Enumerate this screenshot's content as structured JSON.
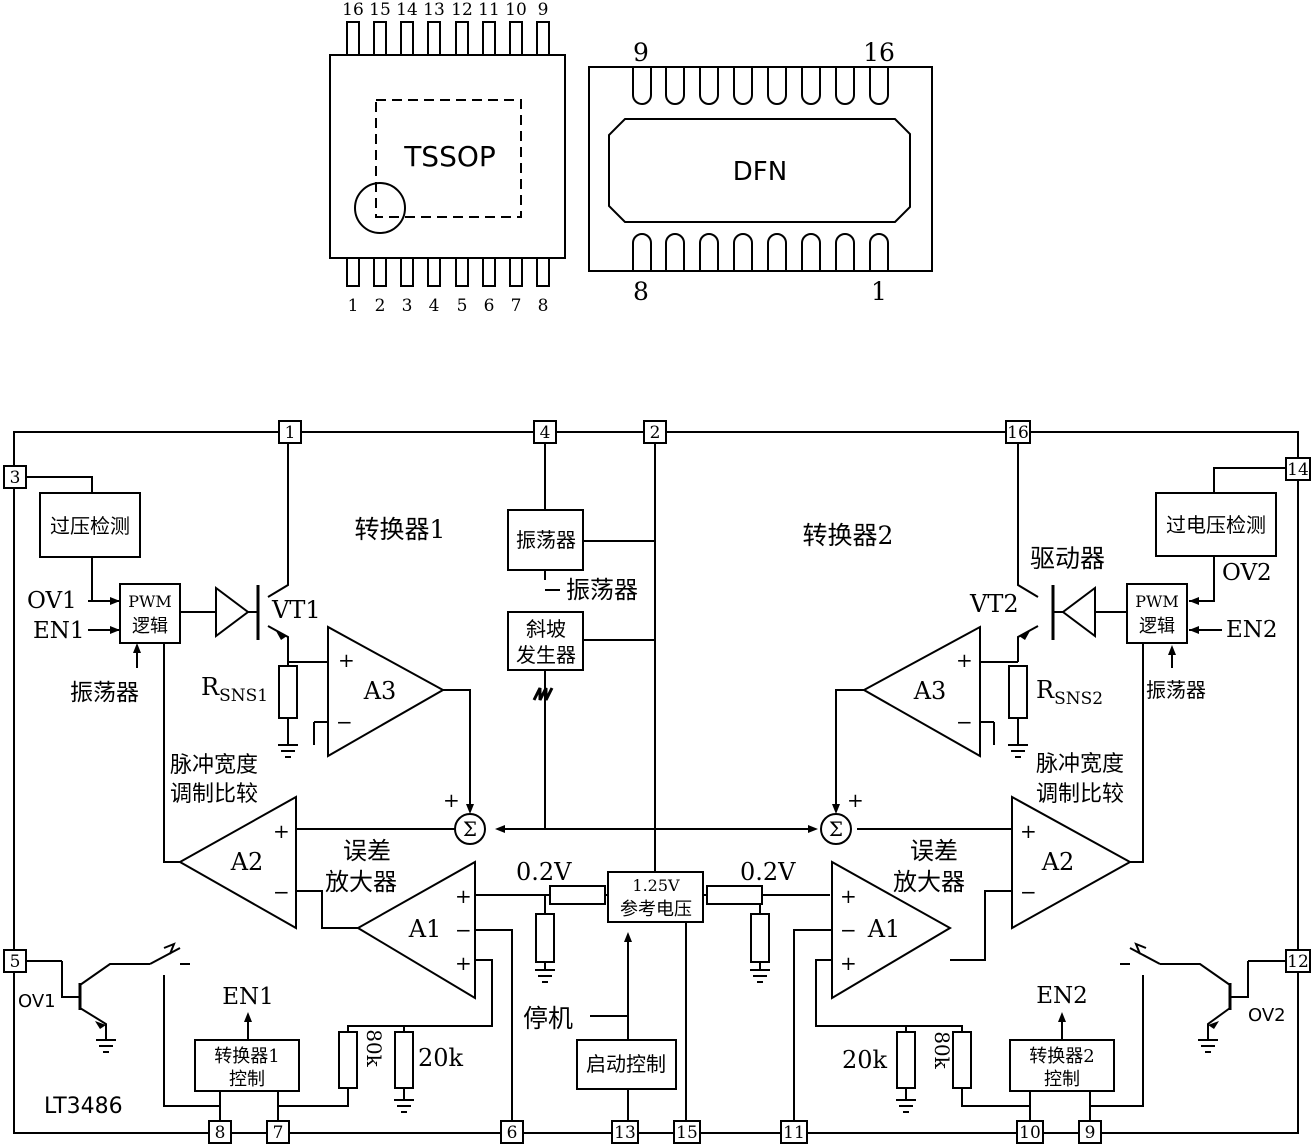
{
  "packages": {
    "tssop": {
      "label": "TSSOP",
      "top_pins": [
        "16",
        "15",
        "14",
        "13",
        "12",
        "11",
        "10",
        "9"
      ],
      "bottom_pins": [
        "1",
        "2",
        "3",
        "4",
        "5",
        "6",
        "7",
        "8"
      ]
    },
    "dfn": {
      "label": "DFN",
      "corner_tl": "9",
      "corner_tr": "16",
      "corner_bl": "8",
      "corner_br": "1"
    }
  },
  "circuit": {
    "chip_name": "LT3486",
    "pins": {
      "p1": "1",
      "p2": "2",
      "p3": "3",
      "p4": "4",
      "p5": "5",
      "p6": "6",
      "p7": "7",
      "p8": "8",
      "p9": "9",
      "p10": "10",
      "p11": "11",
      "p12": "12",
      "p13": "13",
      "p14": "14",
      "p15": "15",
      "p16": "16"
    },
    "left": {
      "converter_title": "转换器1",
      "ov_detect": "过压检测",
      "pwm_line1": "PWM",
      "pwm_line2": "逻辑",
      "ov_in": "OV1",
      "en_in": "EN1",
      "osc_in": "振荡器",
      "transistor": "VT1",
      "rsns_main": "R",
      "rsns_sub": "SNS1",
      "amp_a3": "A3",
      "amp_a2": "A2",
      "amp_a1": "A1",
      "pwm_compare_line1": "脉冲宽度",
      "pwm_compare_line2": "调制比较",
      "error_amp_line1": "误差",
      "error_amp_line2": "放大器",
      "v02": "0.2V",
      "ov_transistor": "OV1",
      "en_out": "EN1",
      "ctrl_line1": "转换器1",
      "ctrl_line2": "控制",
      "r80k": "80k",
      "r20k": "20k"
    },
    "center": {
      "oscillator": "振荡器",
      "oscillator_label": "振荡器",
      "ramp_line1": "斜坡",
      "ramp_line2": "发生器",
      "ref_line1": "1.25V",
      "ref_line2": "参考电压",
      "shutdown": "停机",
      "startup": "启动控制"
    },
    "right": {
      "converter_title": "转换器2",
      "ov_detect": "过电压检测",
      "driver": "驱动器",
      "pwm_line1": "PWM",
      "pwm_line2": "逻辑",
      "ov_in": "OV2",
      "en_in": "EN2",
      "osc_in": "振荡器",
      "transistor": "VT2",
      "rsns_main": "R",
      "rsns_sub": "SNS2",
      "amp_a3": "A3",
      "amp_a2": "A2",
      "amp_a1": "A1",
      "pwm_compare_line1": "脉冲宽度",
      "pwm_compare_line2": "调制比较",
      "error_amp_line1": "误差",
      "error_amp_line2": "放大器",
      "v02": "0.2V",
      "ov_transistor": "OV2",
      "en_out": "EN2",
      "ctrl_line1": "转换器2",
      "ctrl_line2": "控制",
      "r80k": "80k",
      "r20k": "20k"
    },
    "symbols": {
      "sigma": "Σ",
      "plus": "+",
      "minus": "−"
    }
  }
}
